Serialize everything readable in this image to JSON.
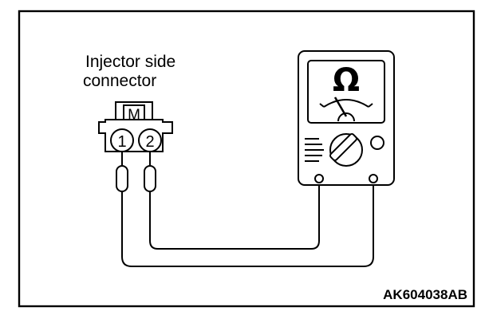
{
  "diagram": {
    "connector_label_line1": "Injector side",
    "connector_label_line2": "connector",
    "connector_mark": "M",
    "pins": [
      "1",
      "2"
    ],
    "meter_symbol": "Ω",
    "figure_code": "AK604038AB",
    "icons": [
      "ohmmeter-icon",
      "connector-icon",
      "probe-icon"
    ]
  }
}
